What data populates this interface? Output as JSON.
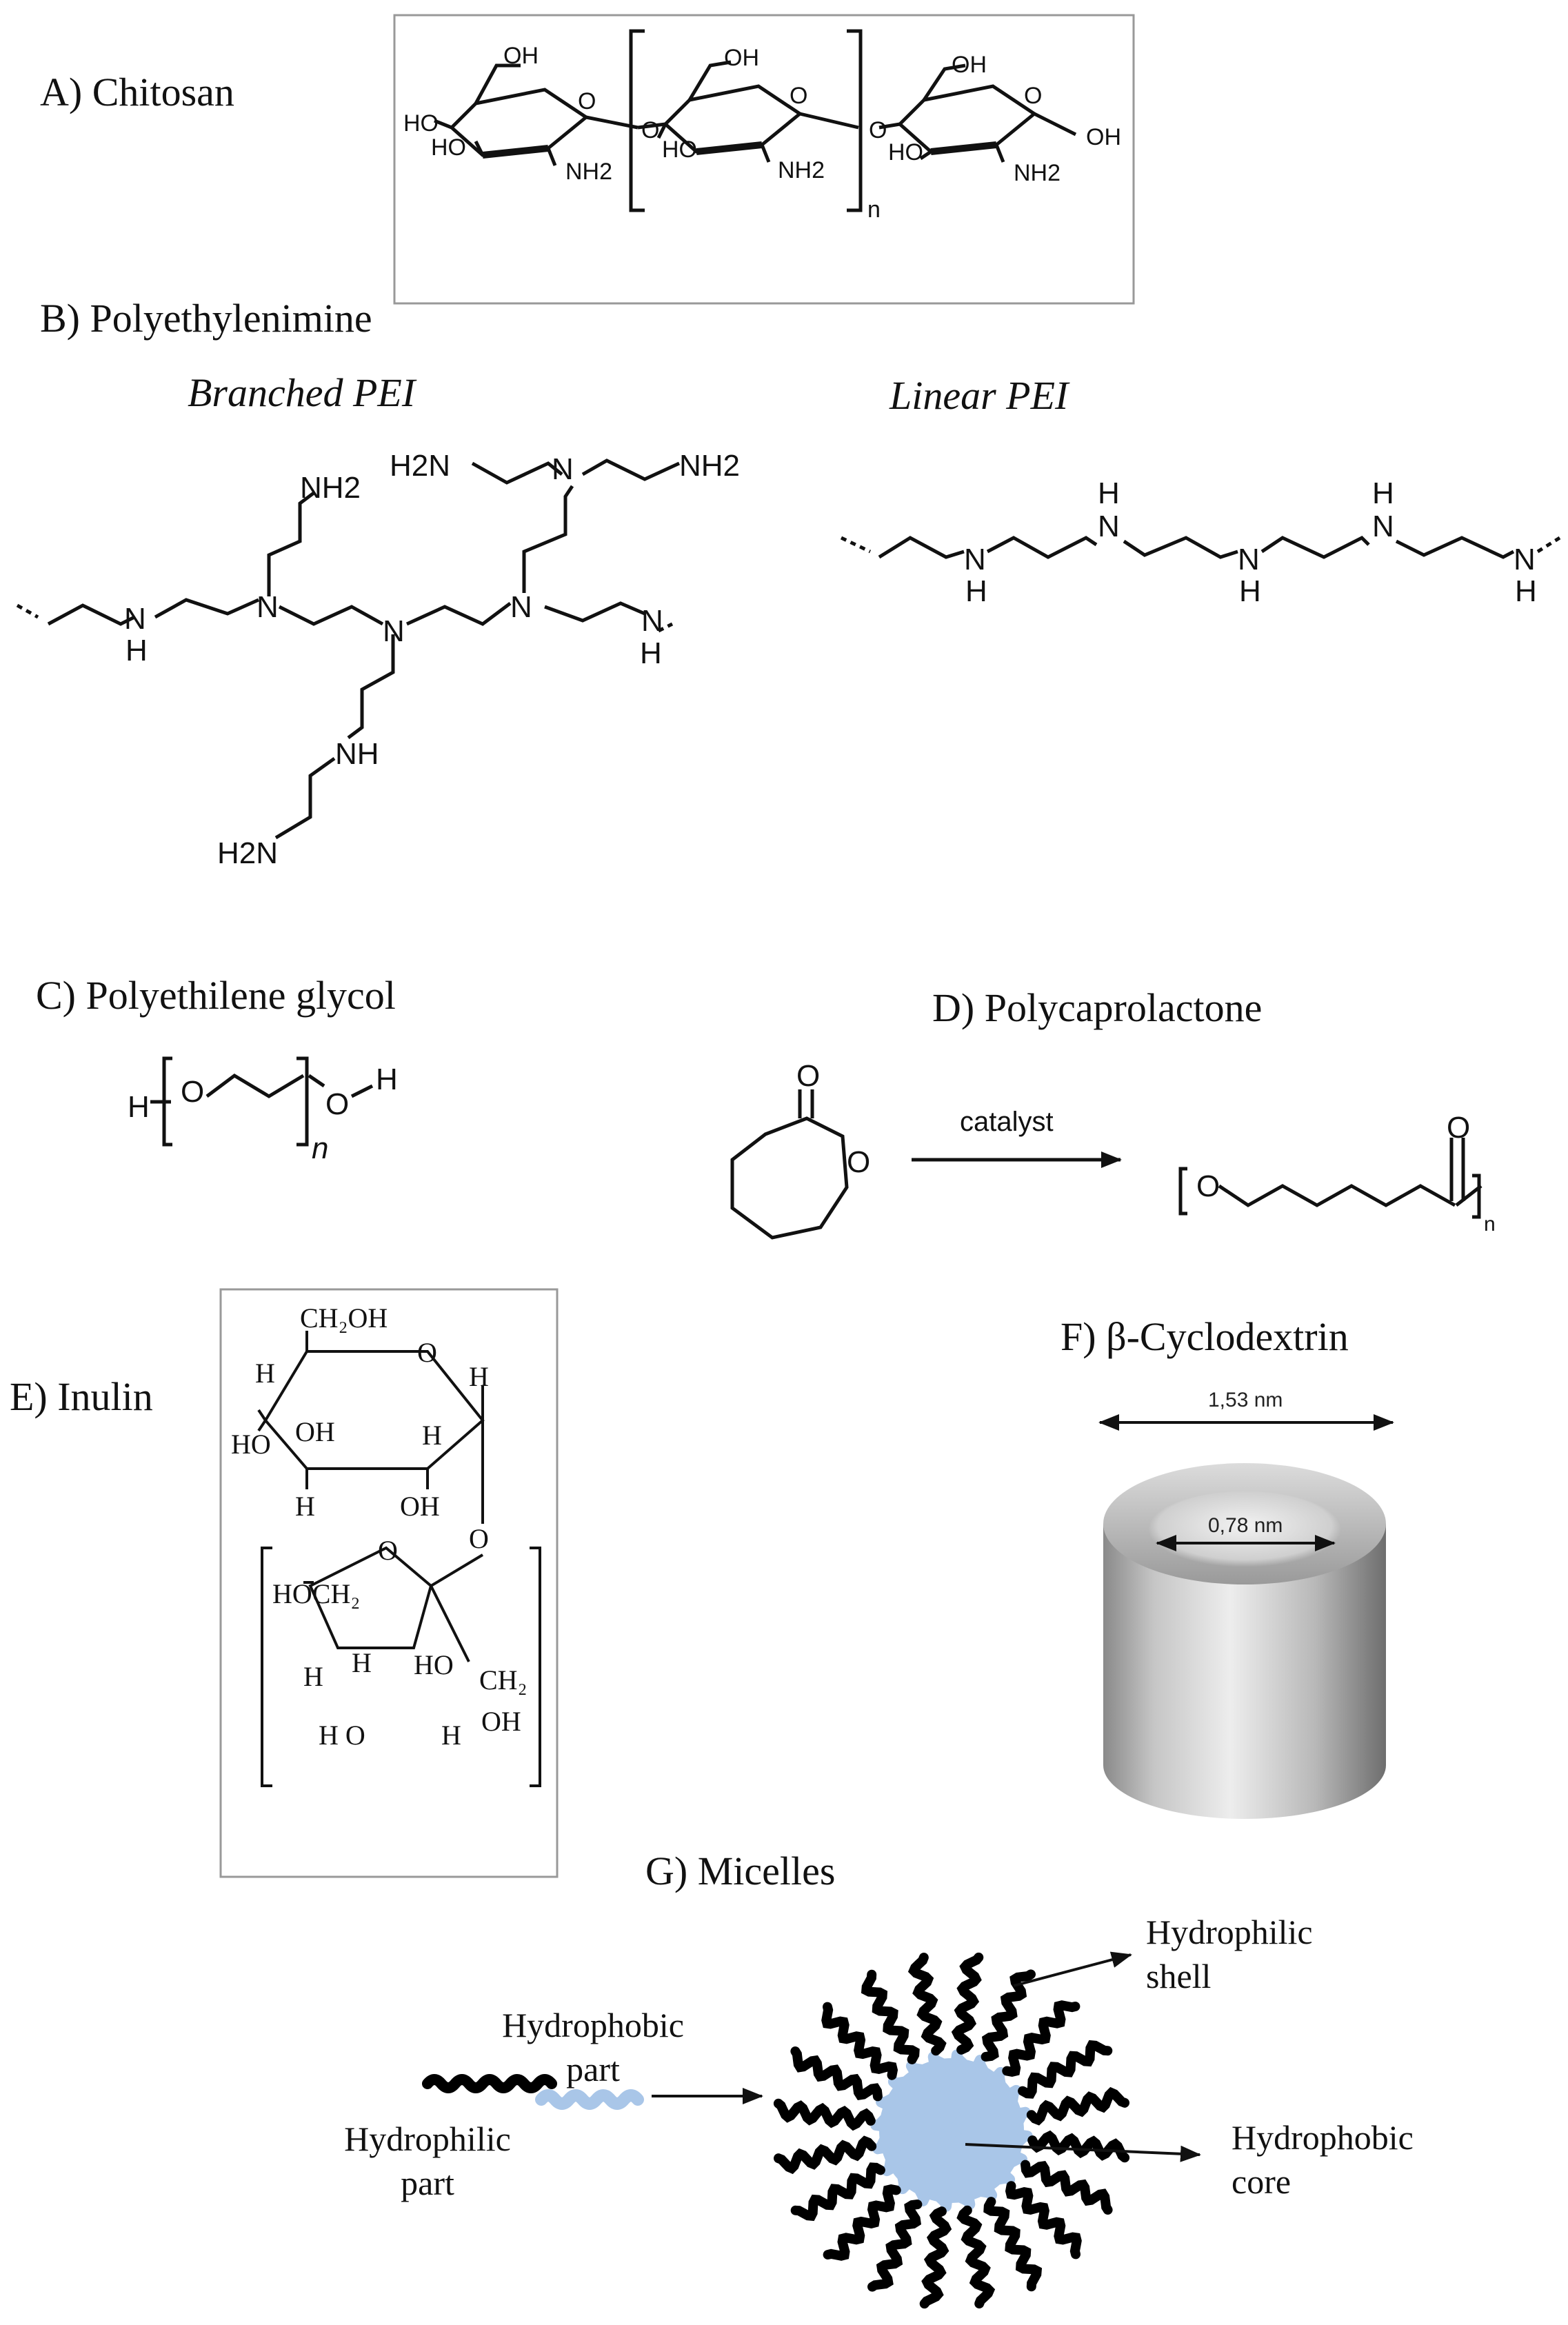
{
  "panels": {
    "a": "A) Chitosan",
    "b": "B) Polyethylenimine",
    "b_branched": "Branched PEI",
    "b_linear": "Linear PEI",
    "c": "C) Polyethilene glycol",
    "d": "D) Polycaprolactone",
    "d_catalyst": "catalyst",
    "e": "E) Inulin",
    "f": "F) β-Cyclodextrin",
    "f_outer": "1,53 nm",
    "f_inner": "0,78 nm",
    "g": "G) Micelles"
  },
  "chitosan": {
    "OH": "OH",
    "HO": "HO",
    "O": "O",
    "NH2": "NH2",
    "n": "n"
  },
  "pei": {
    "N": "N",
    "H": "H",
    "NH": "NH",
    "NH2": "NH2",
    "H2N": "H2N"
  },
  "peg": {
    "H": "H",
    "O": "O",
    "n": "n"
  },
  "pcl": {
    "O": "O",
    "n": "n"
  },
  "inulin": {
    "ch2oh": "CH₂OH",
    "H": "H",
    "O": "O",
    "HO": "HO",
    "OH": "OH",
    "hoch2": "HOCH₂",
    "ch2": "CH₂",
    "HO_sp": "H O"
  },
  "micelle": {
    "hydrophobic_part_1": "Hydrophobic",
    "hydrophobic_part_2": "part",
    "hydrophilic_part_1": "Hydrophilic",
    "hydrophilic_part_2": "part",
    "hydrophilic_shell_1": "Hydrophilic",
    "hydrophilic_shell_2": "shell",
    "hydrophobic_core_1": "Hydrophobic",
    "hydrophobic_core_2": "core",
    "colors": {
      "hydrophobic": "#a9c6e8",
      "hydrophilic": "#000000"
    }
  }
}
